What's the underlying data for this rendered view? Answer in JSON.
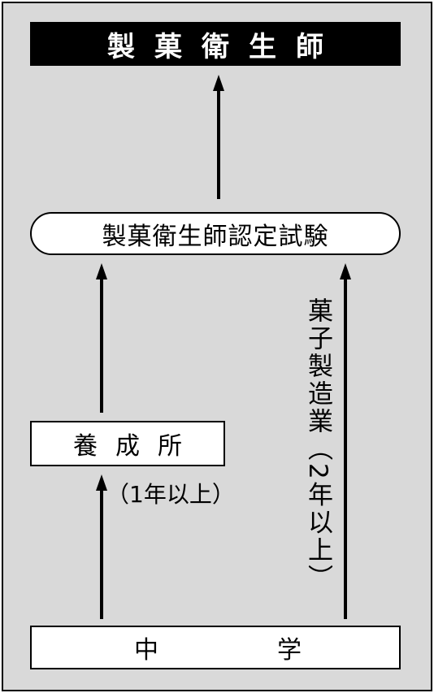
{
  "diagram": {
    "nodes": {
      "license": {
        "label": "製菓衛生師"
      },
      "exam": {
        "label": "製菓衛生師認定試験"
      },
      "training": {
        "label": "養成所"
      },
      "junior_high": {
        "label_left": "中",
        "label_right": "学"
      }
    },
    "edges": {
      "training_duration": "（1年以上）",
      "industry_label": "菓子製造業",
      "industry_duration": "（2年以上）"
    },
    "colors": {
      "background": "#d9d9d9",
      "title_fill": "#000000",
      "title_text": "#ffffff",
      "box_fill": "#ffffff",
      "stroke": "#000000"
    }
  }
}
